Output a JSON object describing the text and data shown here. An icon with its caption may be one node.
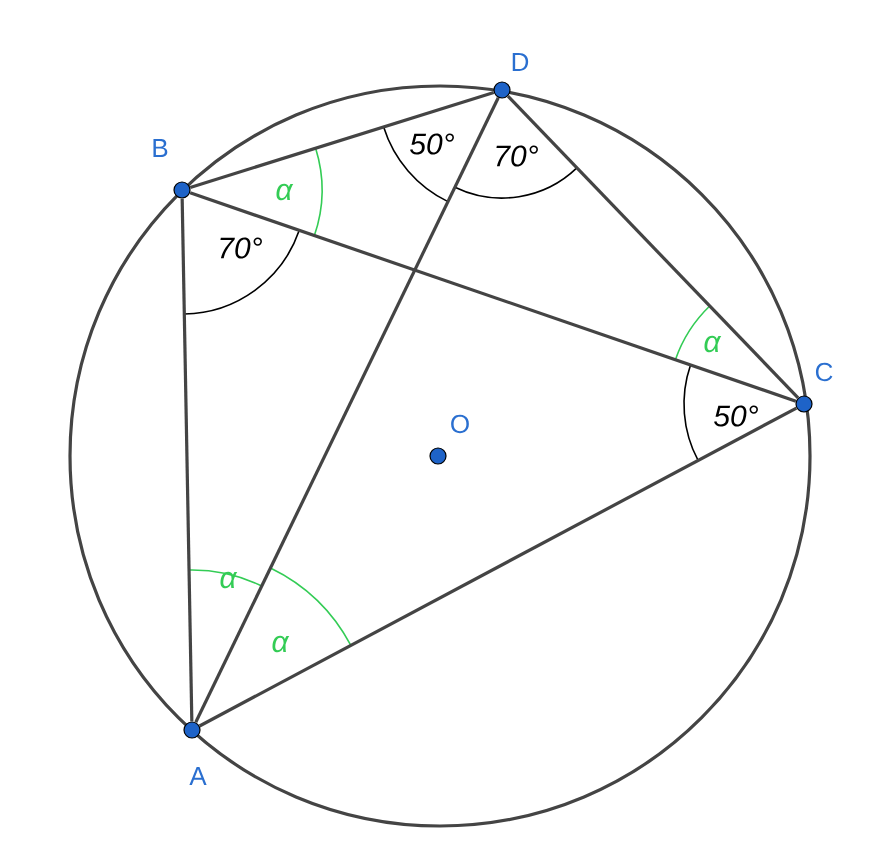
{
  "diagram": {
    "nodes": [
      {
        "text": [
          "A"
        ]
      },
      {
        "text": [
          "B"
        ]
      },
      {
        "text": [
          "C"
        ]
      },
      {
        "text": [
          "D"
        ]
      },
      {
        "text": [
          "O"
        ]
      }
    ],
    "edges": [
      {
        "from": 1,
        "to": 3,
        "arrow": "none"
      },
      {
        "from": 3,
        "to": 2,
        "arrow": "none"
      },
      {
        "from": 1,
        "to": 2,
        "arrow": "none"
      },
      {
        "from": 1,
        "to": 0,
        "arrow": "none"
      },
      {
        "from": 0,
        "to": 3,
        "arrow": "none"
      },
      {
        "from": 0,
        "to": 2,
        "arrow": "none"
      }
    ],
    "labels": [
      "50°",
      "70°",
      "α",
      "70°",
      "α",
      "50°",
      "α",
      "α"
    ]
  }
}
